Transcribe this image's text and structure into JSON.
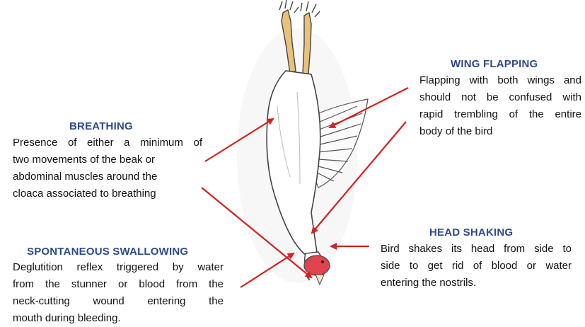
{
  "labels": {
    "breathing": {
      "title": "BREATHING",
      "lines": [
        "Presence of either a minimum of",
        "two movements of the beak or",
        "abdominal muscles around the",
        "cloaca associated to breathing"
      ]
    },
    "wing_flapping": {
      "title": "WING FLAPPING",
      "lines": [
        "Flapping with both wings and",
        "should not be confused with",
        "rapid trembling of the entire",
        "body of the bird"
      ]
    },
    "head_shaking": {
      "title": "HEAD SHAKING",
      "lines": [
        "Bird shakes its head from side to",
        "side to get rid of blood or water",
        "entering the nostrils."
      ]
    },
    "spontaneous_swallowing": {
      "title": "SPONTANEOUS SWALLOWING",
      "lines": [
        "Deglutition reflex triggered by water",
        "from the stunner or blood from the",
        "neck-cutting wound entering the",
        "mouth during bleeding."
      ]
    }
  },
  "colors": {
    "heading": "#2e4a88",
    "text": "#111111",
    "arrow": "#d42020",
    "bird_outline": "#444444",
    "legs": "#e9c27a",
    "comb": "#e0444e"
  },
  "illustration": {
    "subject": "bird-hanging-upside-down"
  }
}
